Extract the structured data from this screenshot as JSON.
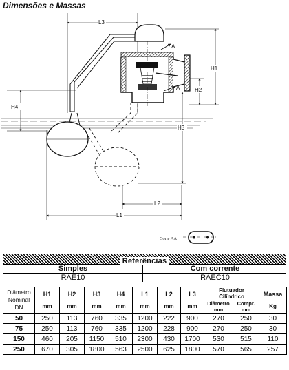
{
  "page": {
    "title": "Dimensões e Massas"
  },
  "drawing": {
    "labels": {
      "L3": "L3",
      "H1": "H1",
      "H2": "H2",
      "H3": "H3",
      "H4": "H4",
      "L1": "L1",
      "L2": "L2",
      "A1": "A",
      "A2": "A",
      "corte": "Corte AA"
    }
  },
  "references": {
    "heading": "Referências",
    "simple_label": "Simples",
    "current_label": "Com corrente",
    "simple_code": "RAE10",
    "current_code": "RAEC10"
  },
  "table": {
    "headers": {
      "dn_line1": "Diâmetro",
      "dn_line2": "Nominal",
      "dn_line3": "DN",
      "h1": "H1",
      "h2": "H2",
      "h3": "H3",
      "h4": "H4",
      "l1": "L1",
      "l2": "L2",
      "l3": "L3",
      "float_group_line1": "Flutuador",
      "float_group_line2": "Cilíndrico",
      "float_diam": "Diâmetro",
      "float_len": "Compr.",
      "mass": "Massa",
      "unit_mm": "mm",
      "unit_kg": "Kg"
    },
    "rows": [
      {
        "dn": "50",
        "h1": "250",
        "h2": "113",
        "h3": "760",
        "h4": "335",
        "l1": "1200",
        "l2": "222",
        "l3": "900",
        "fd": "270",
        "fl": "250",
        "mass": "30"
      },
      {
        "dn": "75",
        "h1": "250",
        "h2": "113",
        "h3": "760",
        "h4": "335",
        "l1": "1200",
        "l2": "228",
        "l3": "900",
        "fd": "270",
        "fl": "250",
        "mass": "30"
      },
      {
        "dn": "150",
        "h1": "460",
        "h2": "205",
        "h3": "1150",
        "h4": "510",
        "l1": "2300",
        "l2": "430",
        "l3": "1700",
        "fd": "530",
        "fl": "515",
        "mass": "110"
      },
      {
        "dn": "250",
        "h1": "670",
        "h2": "305",
        "h3": "1800",
        "h4": "563",
        "l1": "2500",
        "l2": "625",
        "l3": "1800",
        "fd": "570",
        "fl": "565",
        "mass": "257"
      }
    ]
  }
}
